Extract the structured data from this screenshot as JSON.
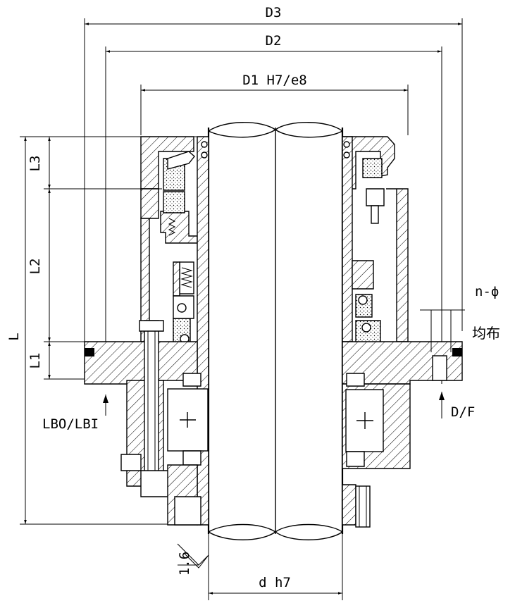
{
  "drawing": {
    "dimensions": {
      "d3": "D3",
      "d2": "D2",
      "d1": "D1 H7/e8",
      "l": "L",
      "l1": "L1",
      "l2": "L2",
      "l3": "L3",
      "lbo_lbi": "LBO/LBI",
      "n_phi": "n-ϕ",
      "evenly": "均布",
      "df": "D/F",
      "dh7": "d h7",
      "roughness": "1.6"
    }
  }
}
